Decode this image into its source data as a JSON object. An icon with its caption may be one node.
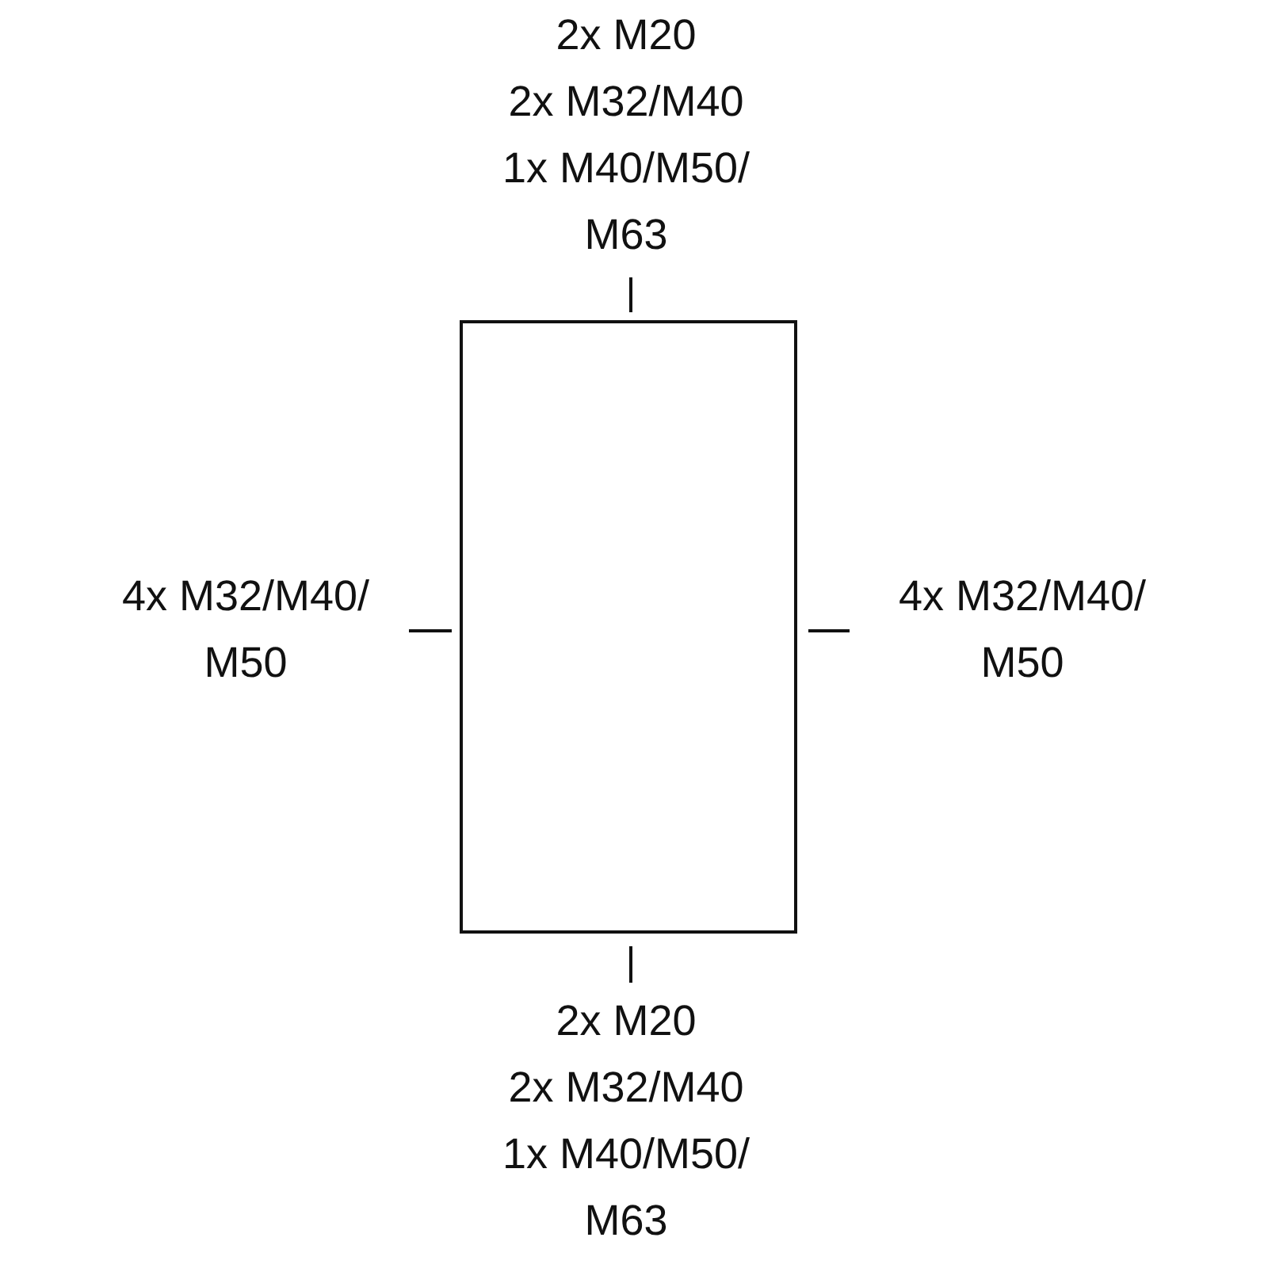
{
  "diagram": {
    "nodes": [
      {
        "text": [],
        "shape": "box"
      }
    ],
    "labels": [
      "2x M20",
      "2x M32/M40",
      "1x M40/M50/ M63",
      "4x M32/M40/ M50",
      "4x M32/M40/ M50",
      "2x M20",
      "2x M32/M40",
      "1x M40/M50/ M63"
    ]
  }
}
